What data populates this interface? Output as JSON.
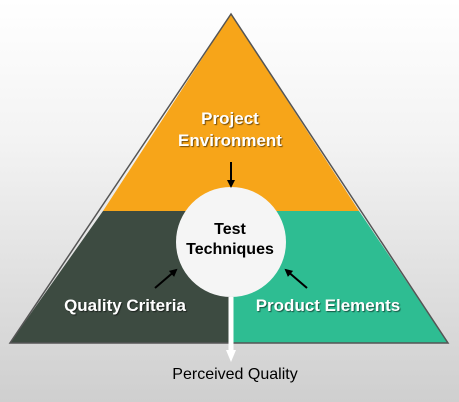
{
  "diagram": {
    "top_section": {
      "label_line1": "Project",
      "label_line2": "Environment",
      "color": "#f7a519"
    },
    "left_section": {
      "label": "Quality Criteria",
      "color": "#3d4b41"
    },
    "right_section": {
      "label": "Product Elements",
      "color": "#2ebd92"
    },
    "center": {
      "label_line1": "Test",
      "label_line2": "Techniques",
      "color": "#f5f5f5"
    },
    "output": {
      "label": "Perceived Quality"
    },
    "outline_color": "#555555"
  }
}
